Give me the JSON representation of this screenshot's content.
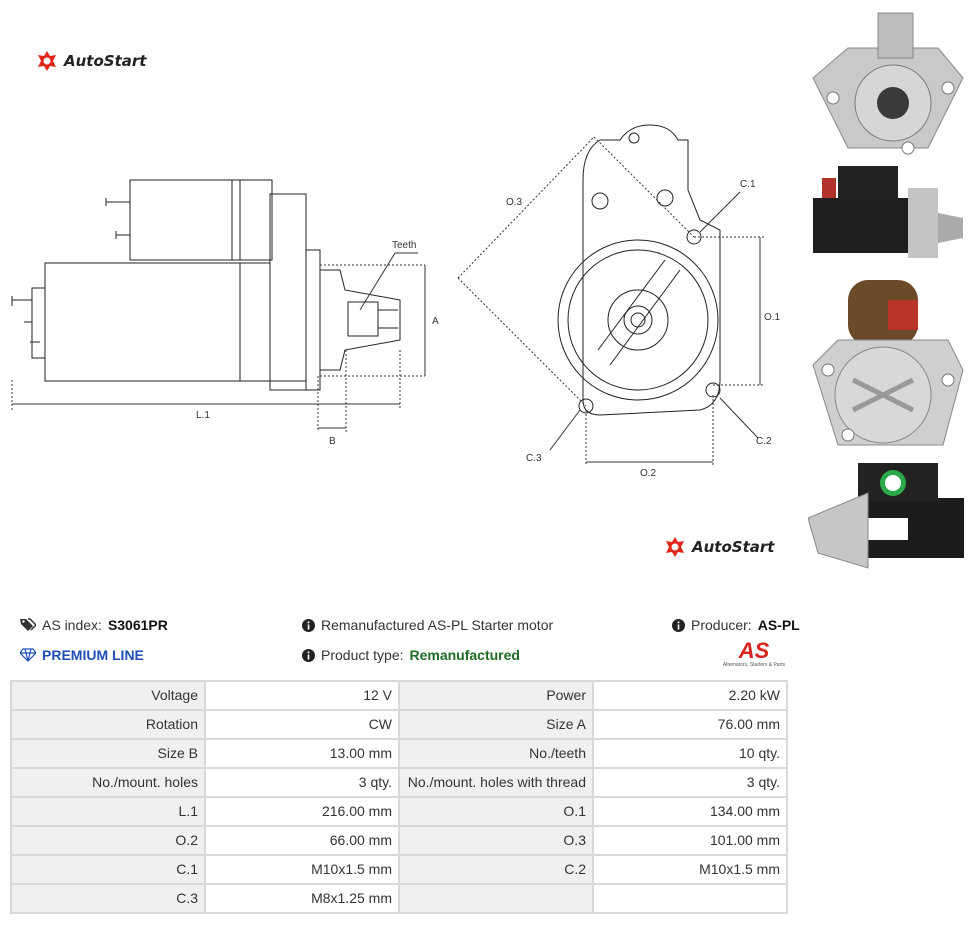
{
  "brand": {
    "name": "AutoStart",
    "accent": "#e3261b"
  },
  "diagram": {
    "labels": {
      "teeth": "Teeth",
      "a": "A",
      "b": "B",
      "l1": "L.1",
      "o1": "O.1",
      "o2": "O.2",
      "o3": "O.3",
      "c1": "C.1",
      "c2": "C.2",
      "c3": "C.3"
    }
  },
  "photos": [
    "starter-front-view",
    "starter-side-view",
    "starter-rear-view",
    "starter-label-view"
  ],
  "info": {
    "as_index_label": "AS index:",
    "as_index_value": "S3061PR",
    "premium": "PREMIUM LINE",
    "description": "Remanufactured AS-PL Starter motor",
    "product_type_label": "Product type:",
    "product_type_value": "Remanufactured",
    "producer_label": "Producer:",
    "producer_value": "AS-PL",
    "producer_logo_text": "AS",
    "producer_tagline": "Alternators, Starters & Parts"
  },
  "specs": [
    [
      "Voltage",
      "12 V",
      "Power",
      "2.20 kW"
    ],
    [
      "Rotation",
      "CW",
      "Size A",
      "76.00 mm"
    ],
    [
      "Size B",
      "13.00 mm",
      "No./teeth",
      "10 qty."
    ],
    [
      "No./mount. holes",
      "3 qty.",
      "No./mount. holes with thread",
      "3 qty."
    ],
    [
      "L.1",
      "216.00 mm",
      "O.1",
      "134.00 mm"
    ],
    [
      "O.2",
      "66.00 mm",
      "O.3",
      "101.00 mm"
    ],
    [
      "C.1",
      "M10x1.5 mm",
      "C.2",
      "M10x1.5 mm"
    ],
    [
      "C.3",
      "M8x1.25 mm",
      "",
      ""
    ]
  ]
}
